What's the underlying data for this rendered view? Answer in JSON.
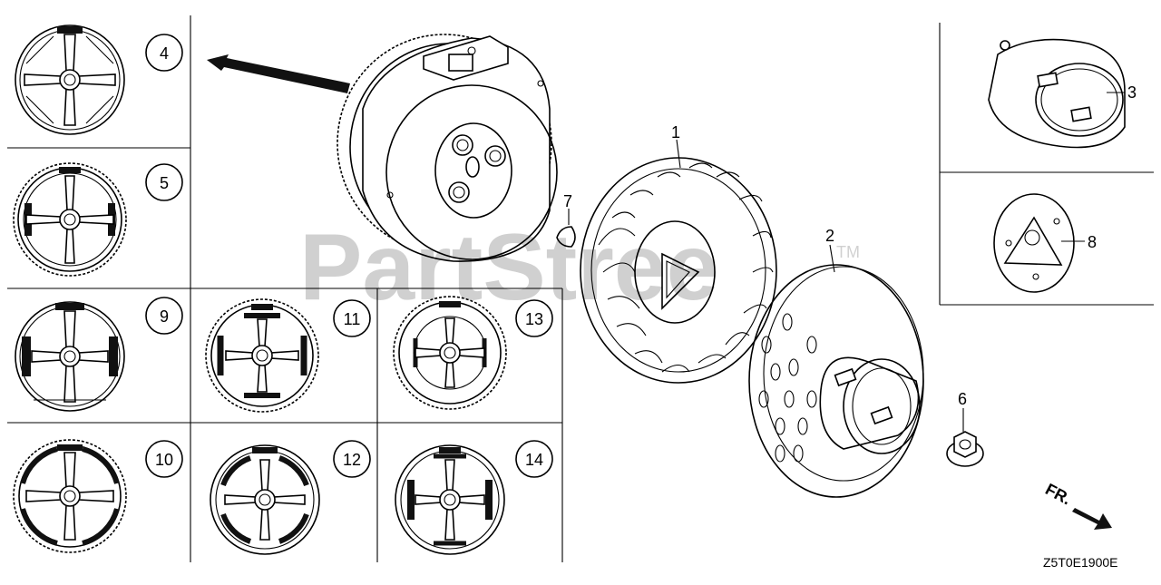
{
  "watermark": {
    "text": "PartStree",
    "tm": "TM"
  },
  "diagram_code": "Z5T0E1900E",
  "front_marker": "FR.",
  "callouts": {
    "c4": "4",
    "c5": "5",
    "c9": "9",
    "c10": "10",
    "c11": "11",
    "c12": "12",
    "c13": "13",
    "c14": "14",
    "c1": "1",
    "c2": "2",
    "c3": "3",
    "c6": "6",
    "c7": "7",
    "c8": "8"
  }
}
